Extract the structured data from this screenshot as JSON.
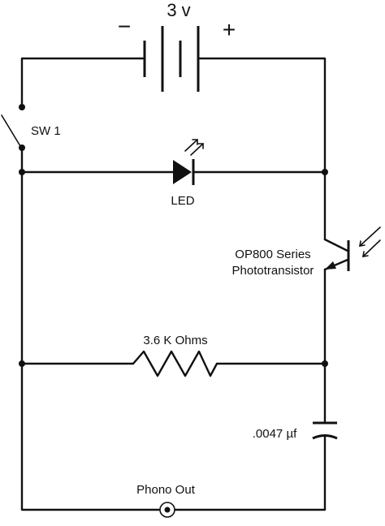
{
  "diagram": {
    "battery": {
      "voltage_label": "3 v",
      "minus_label": "−",
      "plus_label": "+"
    },
    "switch": {
      "label": "SW 1"
    },
    "led": {
      "label": "LED"
    },
    "phototransistor": {
      "label_line1": "OP800 Series",
      "label_line2": "Phototransistor"
    },
    "resistor": {
      "label": "3.6 K Ohms"
    },
    "capacitor": {
      "label": ".0047 µf"
    },
    "output": {
      "label": "Phono Out"
    }
  }
}
